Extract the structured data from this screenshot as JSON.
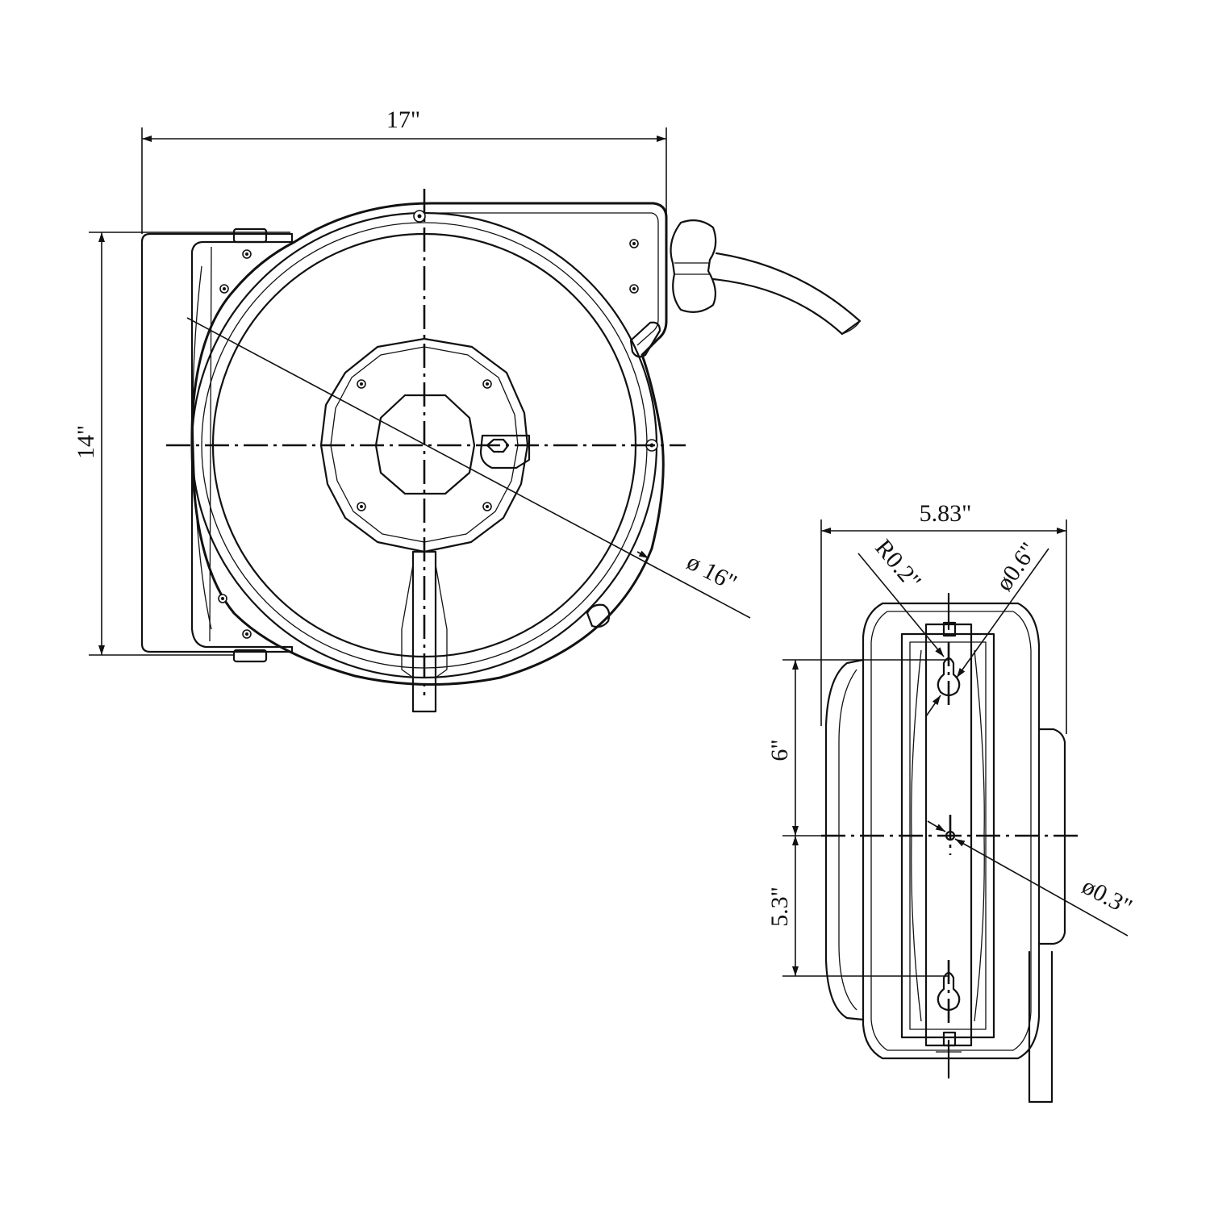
{
  "colors": {
    "line": "#111111",
    "background": "#ffffff"
  },
  "front_view": {
    "width_label": "17\"",
    "height_label": "14\"",
    "diameter_label": "ø 16\""
  },
  "side_view": {
    "width_label": "5.83\"",
    "radius_label": "R0.2\"",
    "hole_large_label": "ø0.6\"",
    "hole_small_label": "ø0.3\"",
    "upper_spacing_label": "6\"",
    "lower_spacing_label": "5.3\""
  }
}
